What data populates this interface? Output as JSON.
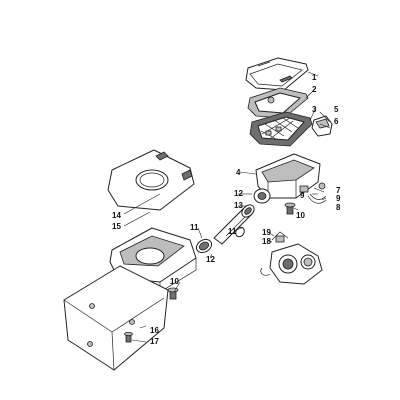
{
  "callouts": {
    "c1": "1",
    "c2": "2",
    "c3": "3",
    "c4": "4",
    "c5": "5",
    "c6": "6",
    "c7": "7",
    "c8": "8",
    "c9a": "9",
    "c9b": "9",
    "c10a": "10",
    "c10b": "10",
    "c11a": "11",
    "c11b": "11",
    "c12a": "12",
    "c12b": "12",
    "c13": "13",
    "c14": "14",
    "c15": "15",
    "c16": "16",
    "c17": "17",
    "c18": "18",
    "c19": "19"
  }
}
